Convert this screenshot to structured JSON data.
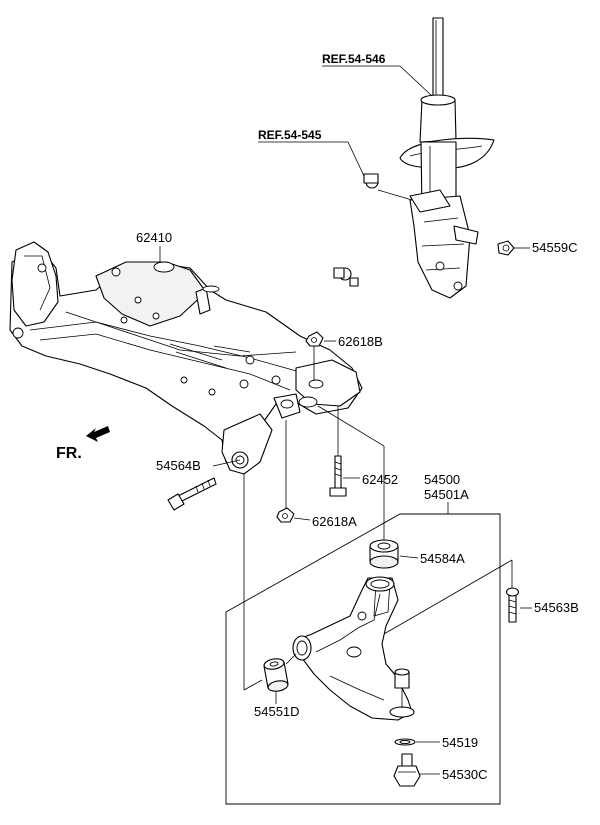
{
  "figure": {
    "refs": {
      "strut": "REF.54-546",
      "stabilizer_link": "REF.54-545"
    },
    "direction_label": "FR.",
    "part_numbers": {
      "subframe": "62410",
      "subframe_nut_upper": "62618B",
      "subframe_nut_lower": "62618A",
      "subframe_bolt": "62452",
      "lower_arm_bolt": "54564B",
      "strut_nut": "54559C",
      "lower_arm_assy": "54500",
      "lower_arm_assy_alt": "54501A",
      "bushing_rear": "54584A",
      "bolt_rear": "54563B",
      "bushing_front": "54551D",
      "ball_joint_clip": "54519",
      "ball_joint": "54530C"
    }
  }
}
